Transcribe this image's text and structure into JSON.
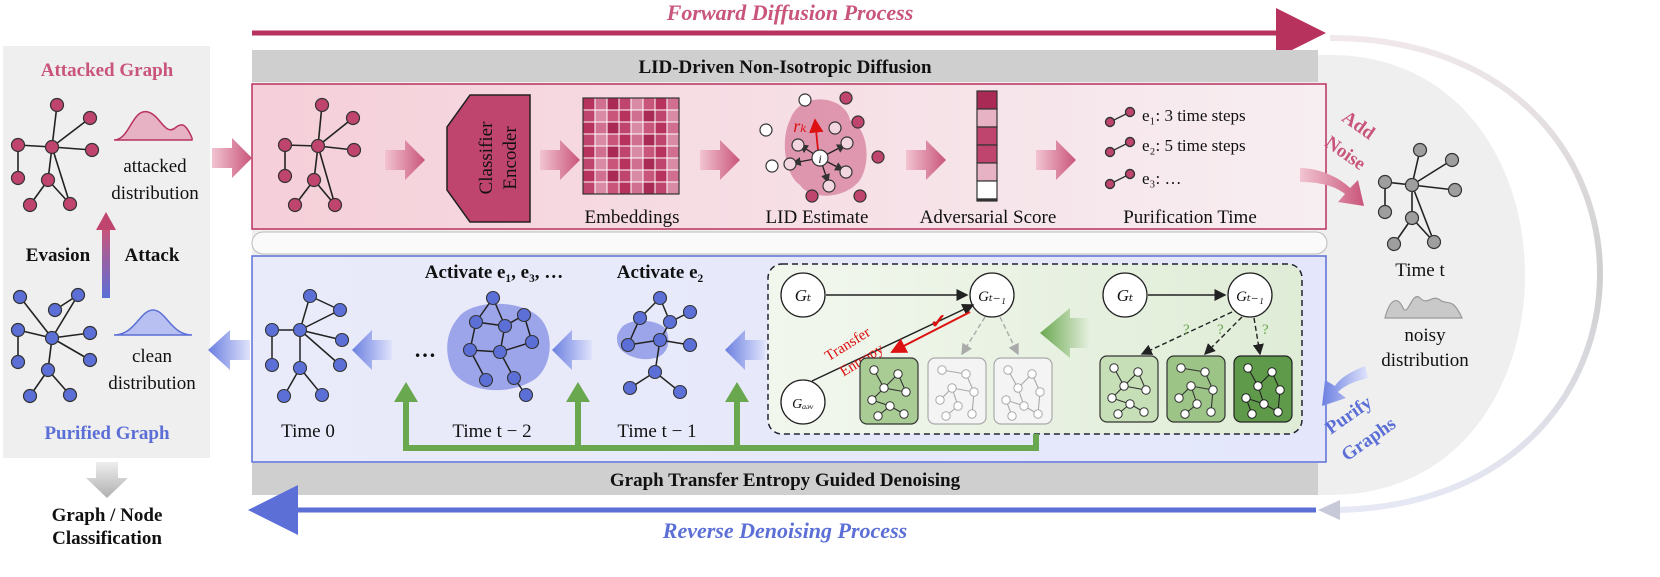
{
  "header": {
    "forward_label": "Forward Diffusion Process",
    "reverse_label": "Reverse Denoising Process"
  },
  "left_panel": {
    "attacked_title": "Attacked Graph",
    "attacked_dist_l1": "attacked",
    "attacked_dist_l2": "distribution",
    "evasion": "Evasion",
    "attack": "Attack",
    "clean_dist_l1": "clean",
    "clean_dist_l2": "distribution",
    "purified_title": "Purified Graph",
    "output_l1": "Graph / Node",
    "output_l2": "Classification"
  },
  "top_band": {
    "title": "LID-Driven Non-Isotropic Diffusion",
    "classifier": "Classifier",
    "encoder": "Encoder",
    "embeddings": "Embeddings",
    "lid": "LID Estimate",
    "adv": "Adversarial Score",
    "purif": "Purification Time",
    "e1": "e₁: 3 time steps",
    "e2": "e₂: 5 time steps",
    "e3": "e₃: …",
    "rk": "rₖ",
    "i": "i"
  },
  "right_panel": {
    "add": "Add",
    "noise": "Noise",
    "time_t": "Time t",
    "noisy_l1": "noisy",
    "noisy_l2": "distribution",
    "purify": "Purify",
    "graphs": "Graphs"
  },
  "bottom_band": {
    "title": "Graph Transfer Entropy Guided Denoising",
    "activate_a": "Activate e₁, e₃, …",
    "activate_b": "Activate e₂",
    "time0": "Time 0",
    "ellipsis": "…",
    "time_t2": "Time t − 2",
    "time_t1": "Time t − 1",
    "gt_a": "Gₜ",
    "gt1_a": "Gₜ₋₁",
    "gadv": "Gₐₔᵥ",
    "transfer": "Transfer",
    "entropy": "Entropy",
    "check": "✓",
    "gt_b": "Gₜ",
    "gt1_b": "Gₜ₋₁",
    "q1": "?",
    "q2": "?",
    "q3": "?"
  },
  "colors": {
    "red": "#b8325e",
    "blue": "#5b6fd6",
    "green": "#6aa84f",
    "grey": "#d3d3d3"
  }
}
